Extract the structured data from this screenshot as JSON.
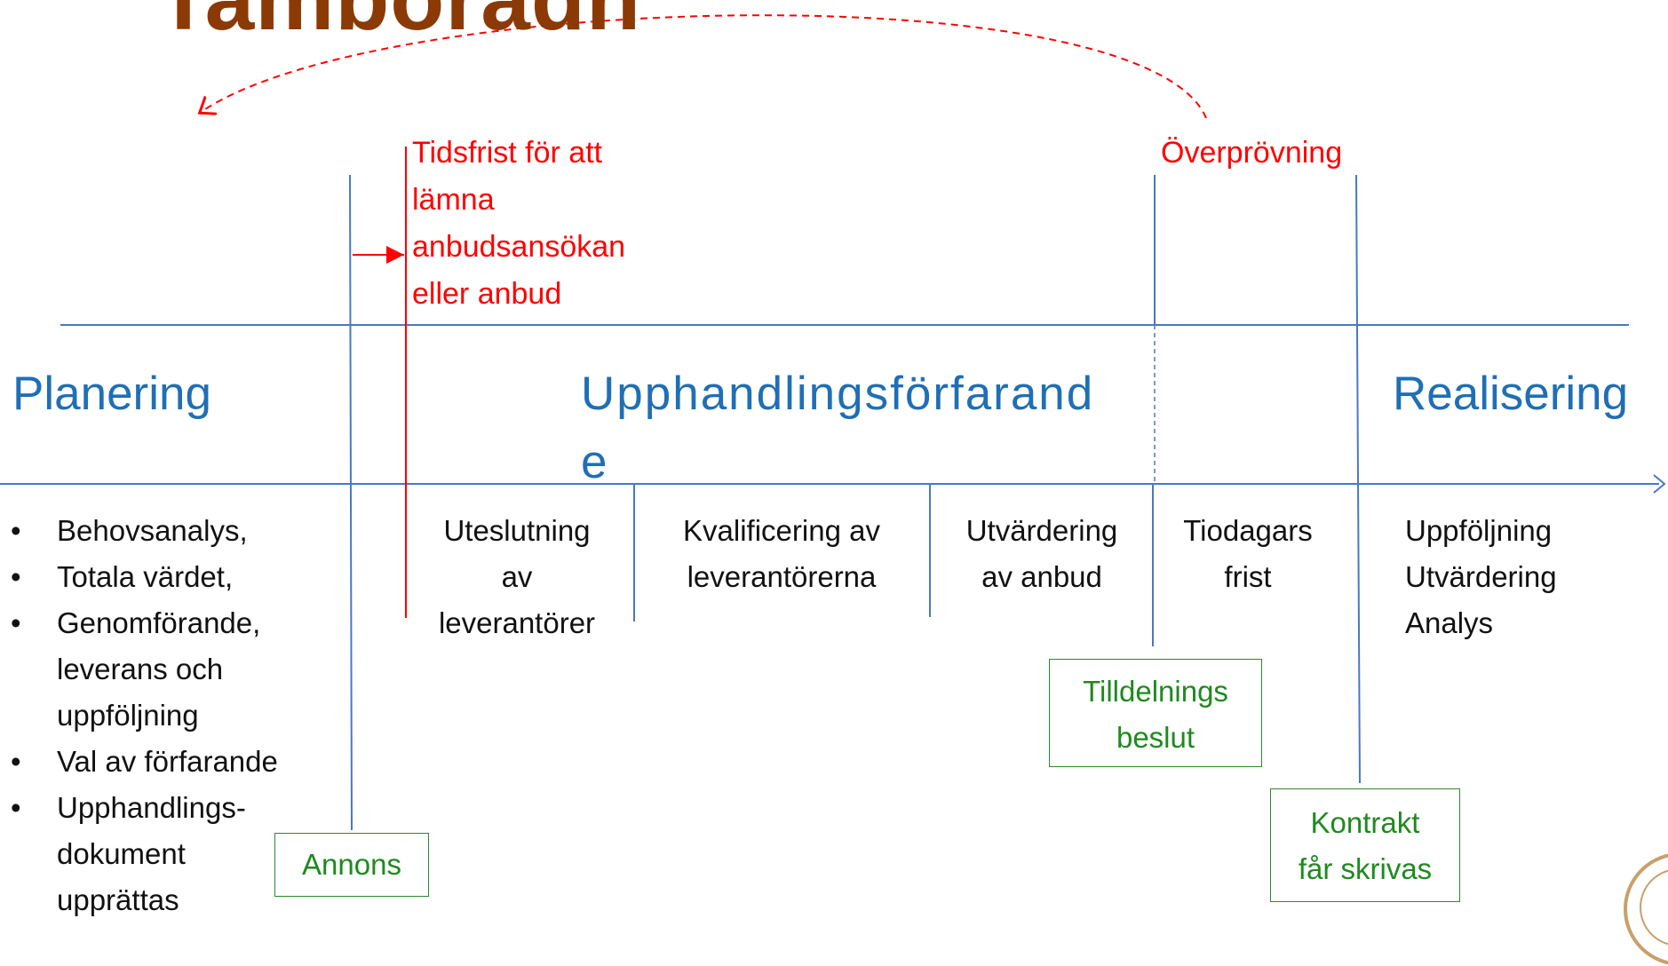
{
  "title": "Tamboradn",
  "annotations": {
    "deadline": [
      "Tidsfrist för att",
      "lämna",
      "anbudsansökan",
      "eller anbud"
    ],
    "review": "Överprövning"
  },
  "phases": {
    "planning": "Planering",
    "procurement_line1": "Upphandlingsförfarand",
    "procurement_line2": "e",
    "realisation": "Realisering"
  },
  "planning_bullets": [
    {
      "bullet": "•",
      "lines": [
        "Behovsanalys,"
      ]
    },
    {
      "bullet": "•",
      "lines": [
        "Totala värdet,"
      ]
    },
    {
      "bullet": "•",
      "lines": [
        "Genomförande,",
        "leverans och",
        "uppföljning"
      ]
    },
    {
      "bullet": "•",
      "lines": [
        "Val av förfarande"
      ]
    },
    {
      "bullet": "•",
      "lines": [
        "Upphandlings-",
        "dokument",
        "upprättas"
      ]
    }
  ],
  "steps": {
    "exclusion": [
      "Uteslutning",
      "av",
      "leverantörer"
    ],
    "qualification": [
      "Kvalificering av",
      "leverantörerna"
    ],
    "evaluation": [
      "Utvärdering",
      "av anbud"
    ],
    "standstill": [
      "Tiodagars",
      "frist"
    ],
    "followup": [
      "Uppföljning",
      "Utvärdering",
      "Analys"
    ]
  },
  "milestones": {
    "advert": "Annons",
    "award": [
      "Tilldelnings",
      "beslut"
    ],
    "contract": [
      "Kontrakt",
      "får skrivas"
    ]
  },
  "colors": {
    "title": "#8b3a06",
    "red": "#ff0000",
    "blue": "#1f6fb5",
    "line": "#4a78c2",
    "green": "#1e8a1e"
  }
}
